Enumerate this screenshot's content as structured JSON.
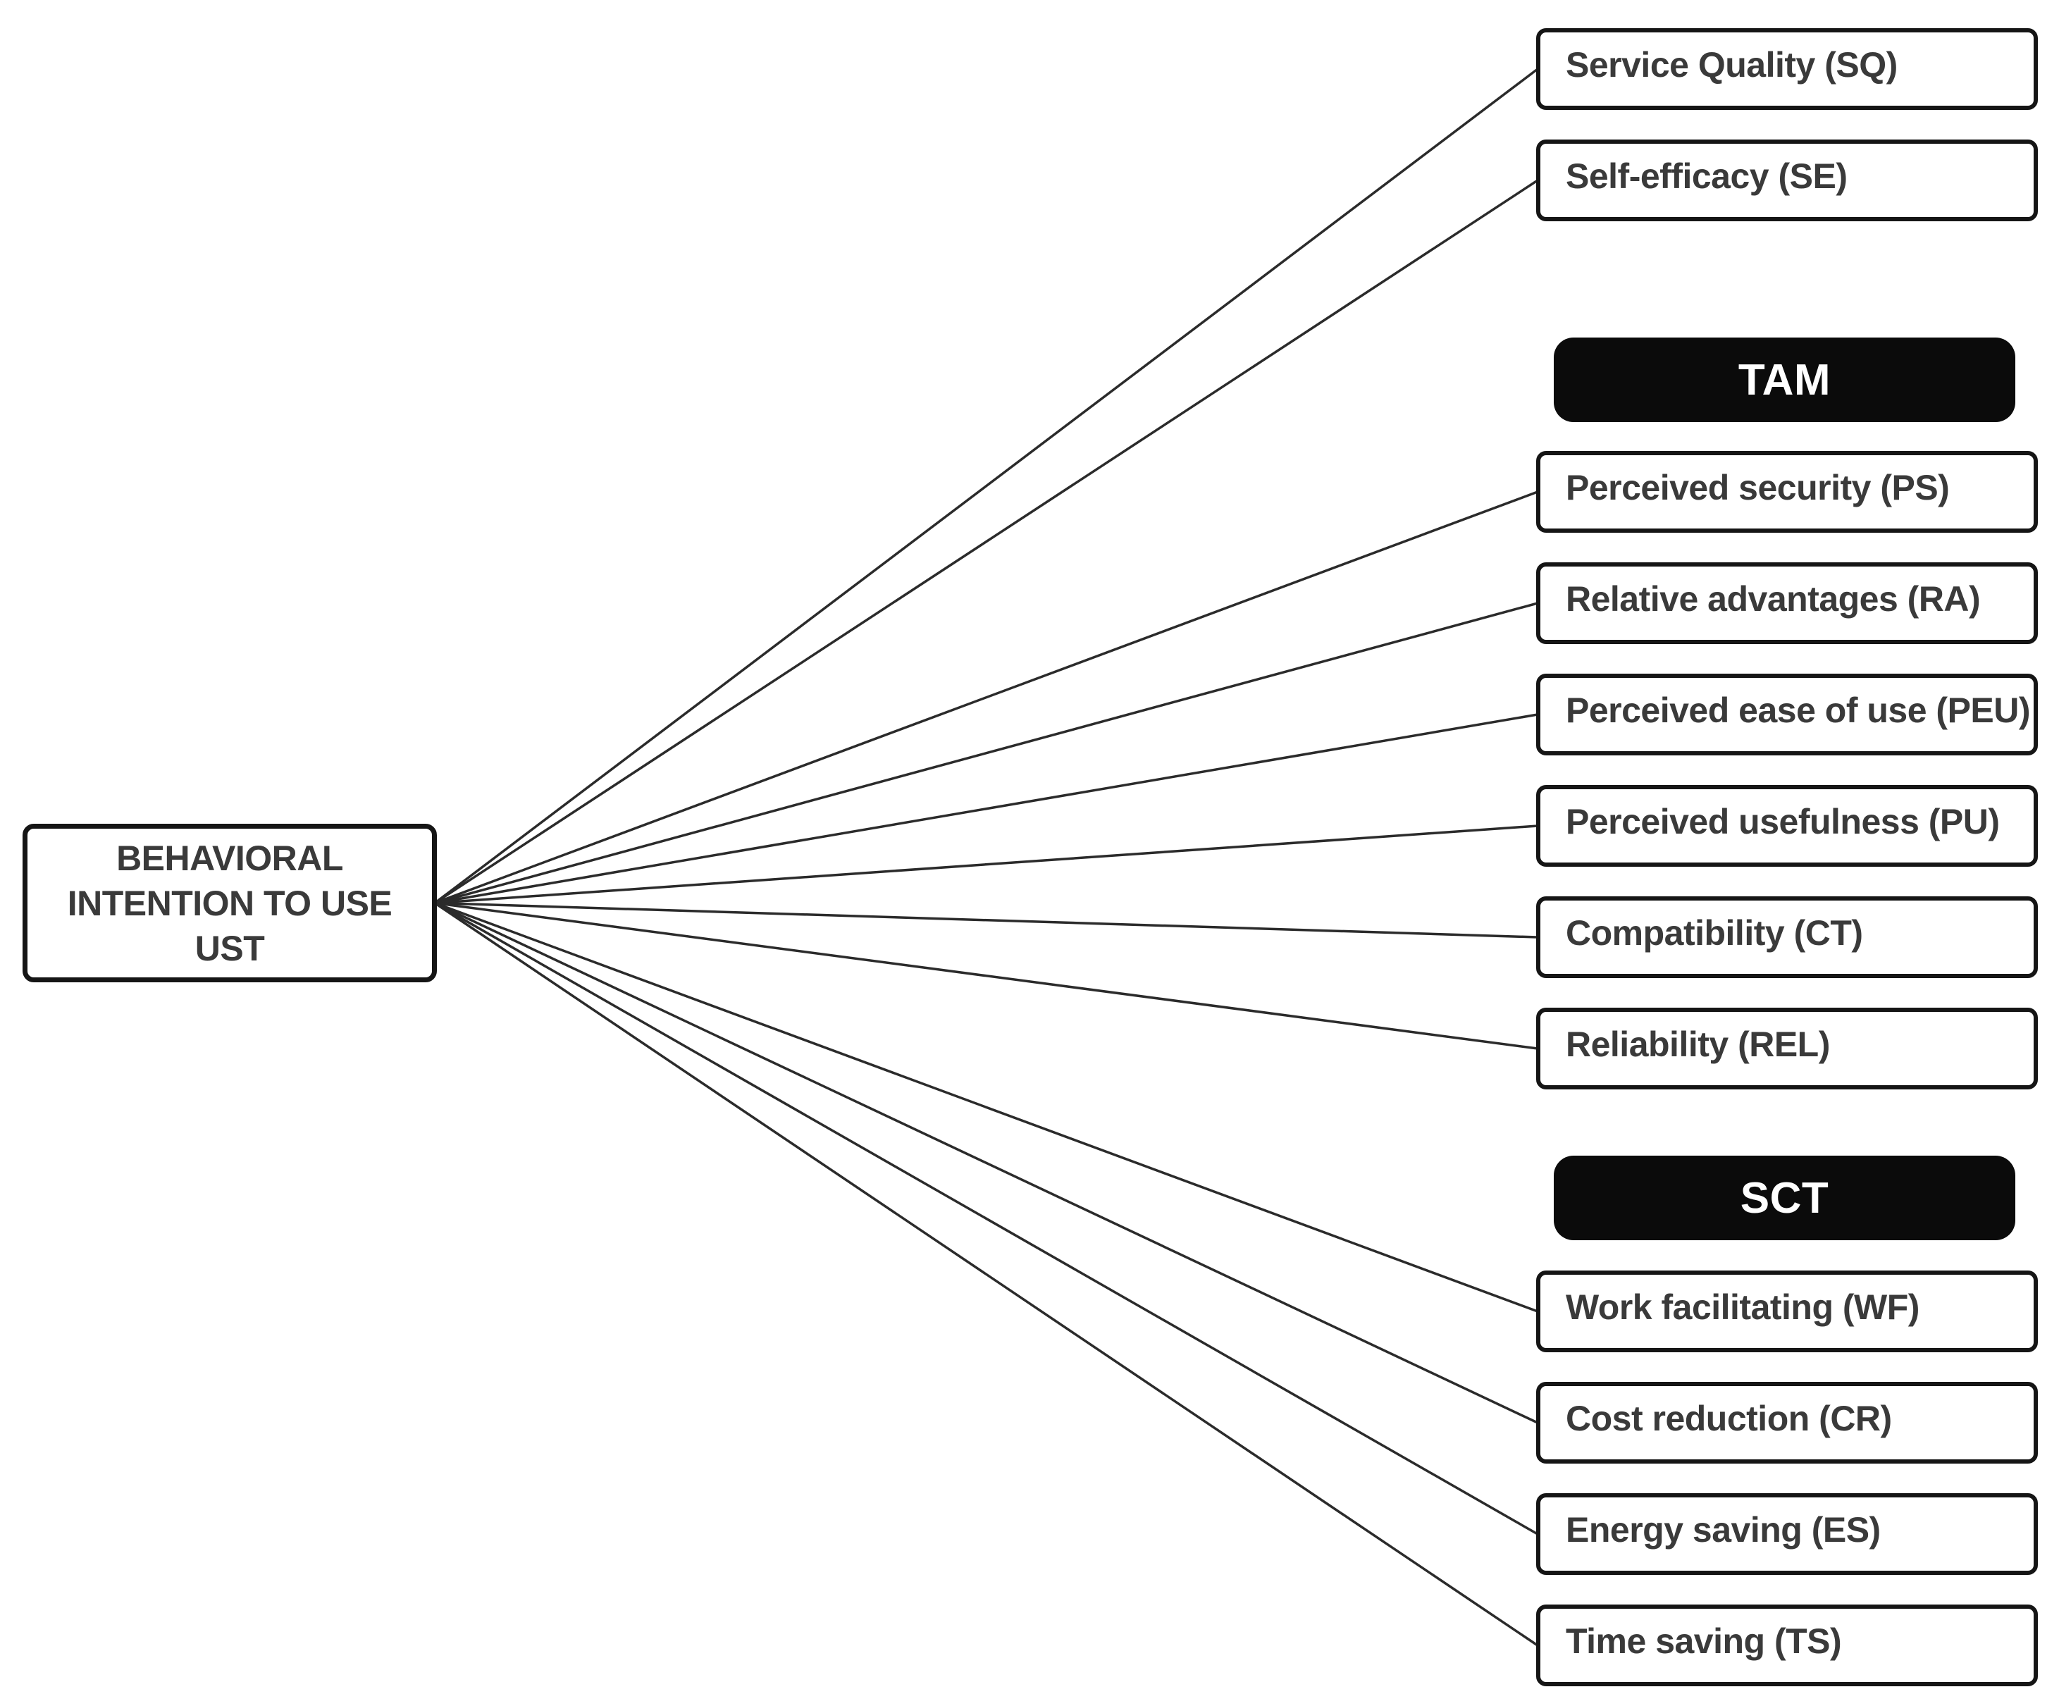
{
  "figure": {
    "title": "Behavioral intention to use UST — influencing factors diagram",
    "colors": {
      "background": "#ffffff",
      "box_border": "#151515",
      "box_text": "#3a3a3a",
      "header_background": "#0b0b0b",
      "header_text": "#ffffff",
      "connector": "#2b2b2b"
    },
    "source": {
      "label": "BEHAVIORAL INTENTION TO USE UST"
    },
    "group_headers": [
      {
        "id": "TAM",
        "label": "TAM"
      },
      {
        "id": "SCT",
        "label": "SCT"
      }
    ],
    "factors": [
      {
        "id": "SQ",
        "label": "Service Quality (SQ)"
      },
      {
        "id": "SE",
        "label": "Self-efficacy (SE)"
      },
      {
        "id": "PS",
        "label": "Perceived security (PS)"
      },
      {
        "id": "RA",
        "label": "Relative advantages (RA)"
      },
      {
        "id": "PEU",
        "label": "Perceived ease of use (PEU)"
      },
      {
        "id": "PU",
        "label": "Perceived usefulness (PU)"
      },
      {
        "id": "CT",
        "label": "Compatibility (CT)"
      },
      {
        "id": "REL",
        "label": "Reliability (REL)"
      },
      {
        "id": "WF",
        "label": "Work facilitating (WF)"
      },
      {
        "id": "CR",
        "label": "Cost reduction (CR)"
      },
      {
        "id": "ES",
        "label": "Energy saving (ES)"
      },
      {
        "id": "TS",
        "label": "Time saving (TS)"
      }
    ]
  }
}
